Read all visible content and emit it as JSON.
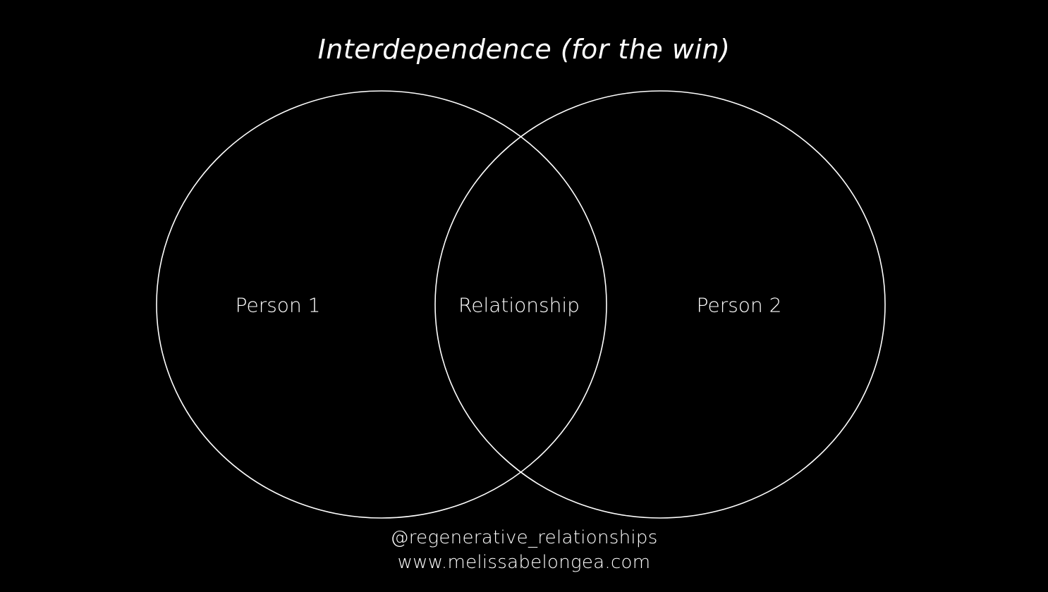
{
  "title": "Interdependence (for the win)",
  "diagram": {
    "type": "venn",
    "colors": {
      "background": "#000000",
      "stroke": "#ffffff",
      "text": "#ffffff"
    },
    "sets": [
      {
        "label": "Person 1"
      },
      {
        "label": "Person 2"
      }
    ],
    "overlap_label": "Relationship"
  },
  "footer": {
    "handle": "@regenerative_relationships",
    "website": "www.melissabelongea.com"
  }
}
